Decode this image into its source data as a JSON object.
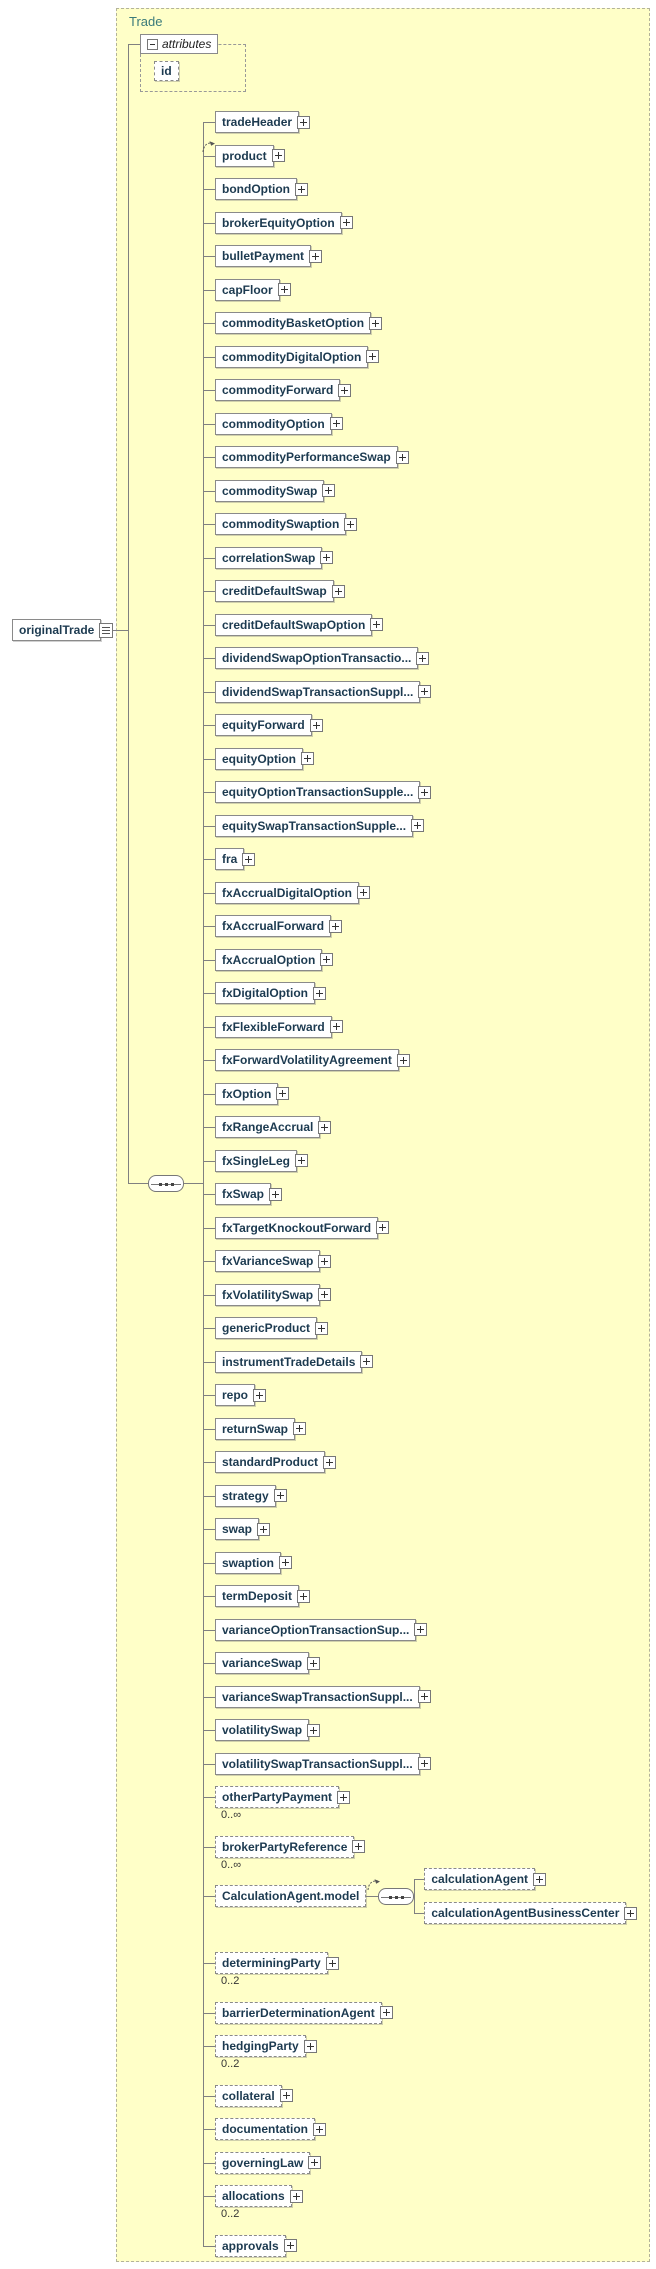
{
  "palette": {
    "container_fill": "#ffffc8",
    "element_text": "#1c3a50",
    "line_color": "#808080",
    "title_color": "#3a7a7a"
  },
  "diagram": {
    "container_label": "Trade",
    "attributes": {
      "label": "attributes",
      "items": [
        {
          "name": "id",
          "optional": true
        }
      ]
    },
    "root": {
      "label": "originalTrade"
    },
    "compositor": "sequence",
    "children": [
      {
        "label": "tradeHeader"
      },
      {
        "label": "product",
        "subst_head": true
      },
      {
        "label": "bondOption"
      },
      {
        "label": "brokerEquityOption"
      },
      {
        "label": "bulletPayment"
      },
      {
        "label": "capFloor"
      },
      {
        "label": "commodityBasketOption"
      },
      {
        "label": "commodityDigitalOption"
      },
      {
        "label": "commodityForward"
      },
      {
        "label": "commodityOption"
      },
      {
        "label": "commodityPerformanceSwap"
      },
      {
        "label": "commoditySwap"
      },
      {
        "label": "commoditySwaption"
      },
      {
        "label": "correlationSwap"
      },
      {
        "label": "creditDefaultSwap"
      },
      {
        "label": "creditDefaultSwapOption"
      },
      {
        "label": "dividendSwapOptionTransactio..."
      },
      {
        "label": "dividendSwapTransactionSuppl..."
      },
      {
        "label": "equityForward"
      },
      {
        "label": "equityOption"
      },
      {
        "label": "equityOptionTransactionSupple..."
      },
      {
        "label": "equitySwapTransactionSupple..."
      },
      {
        "label": "fra"
      },
      {
        "label": "fxAccrualDigitalOption"
      },
      {
        "label": "fxAccrualForward"
      },
      {
        "label": "fxAccrualOption"
      },
      {
        "label": "fxDigitalOption"
      },
      {
        "label": "fxFlexibleForward"
      },
      {
        "label": "fxForwardVolatilityAgreement"
      },
      {
        "label": "fxOption"
      },
      {
        "label": "fxRangeAccrual"
      },
      {
        "label": "fxSingleLeg"
      },
      {
        "label": "fxSwap"
      },
      {
        "label": "fxTargetKnockoutForward"
      },
      {
        "label": "fxVarianceSwap"
      },
      {
        "label": "fxVolatilitySwap"
      },
      {
        "label": "genericProduct"
      },
      {
        "label": "instrumentTradeDetails"
      },
      {
        "label": "repo"
      },
      {
        "label": "returnSwap"
      },
      {
        "label": "standardProduct"
      },
      {
        "label": "strategy"
      },
      {
        "label": "swap"
      },
      {
        "label": "swaption"
      },
      {
        "label": "termDeposit"
      },
      {
        "label": "varianceOptionTransactionSup..."
      },
      {
        "label": "varianceSwap"
      },
      {
        "label": "varianceSwapTransactionSuppl..."
      },
      {
        "label": "volatilitySwap"
      },
      {
        "label": "volatilitySwapTransactionSuppl..."
      },
      {
        "label": "otherPartyPayment",
        "optional": true,
        "mult": "0..∞"
      },
      {
        "label": "brokerPartyReference",
        "optional": true,
        "mult": "0..∞"
      },
      {
        "label": "CalculationAgent.model",
        "optional": true,
        "group": {
          "compositor": "sequence",
          "children": [
            {
              "label": "calculationAgent",
              "optional": true
            },
            {
              "label": "calculationAgentBusinessCenter",
              "optional": true
            }
          ]
        }
      },
      {
        "label": "determiningParty",
        "optional": true,
        "mult": "0..2"
      },
      {
        "label": "barrierDeterminationAgent",
        "optional": true
      },
      {
        "label": "hedgingParty",
        "optional": true,
        "mult": "0..2"
      },
      {
        "label": "collateral",
        "optional": true
      },
      {
        "label": "documentation",
        "optional": true
      },
      {
        "label": "governingLaw",
        "optional": true
      },
      {
        "label": "allocations",
        "optional": true,
        "mult": "0..2"
      },
      {
        "label": "approvals",
        "optional": true
      }
    ]
  }
}
